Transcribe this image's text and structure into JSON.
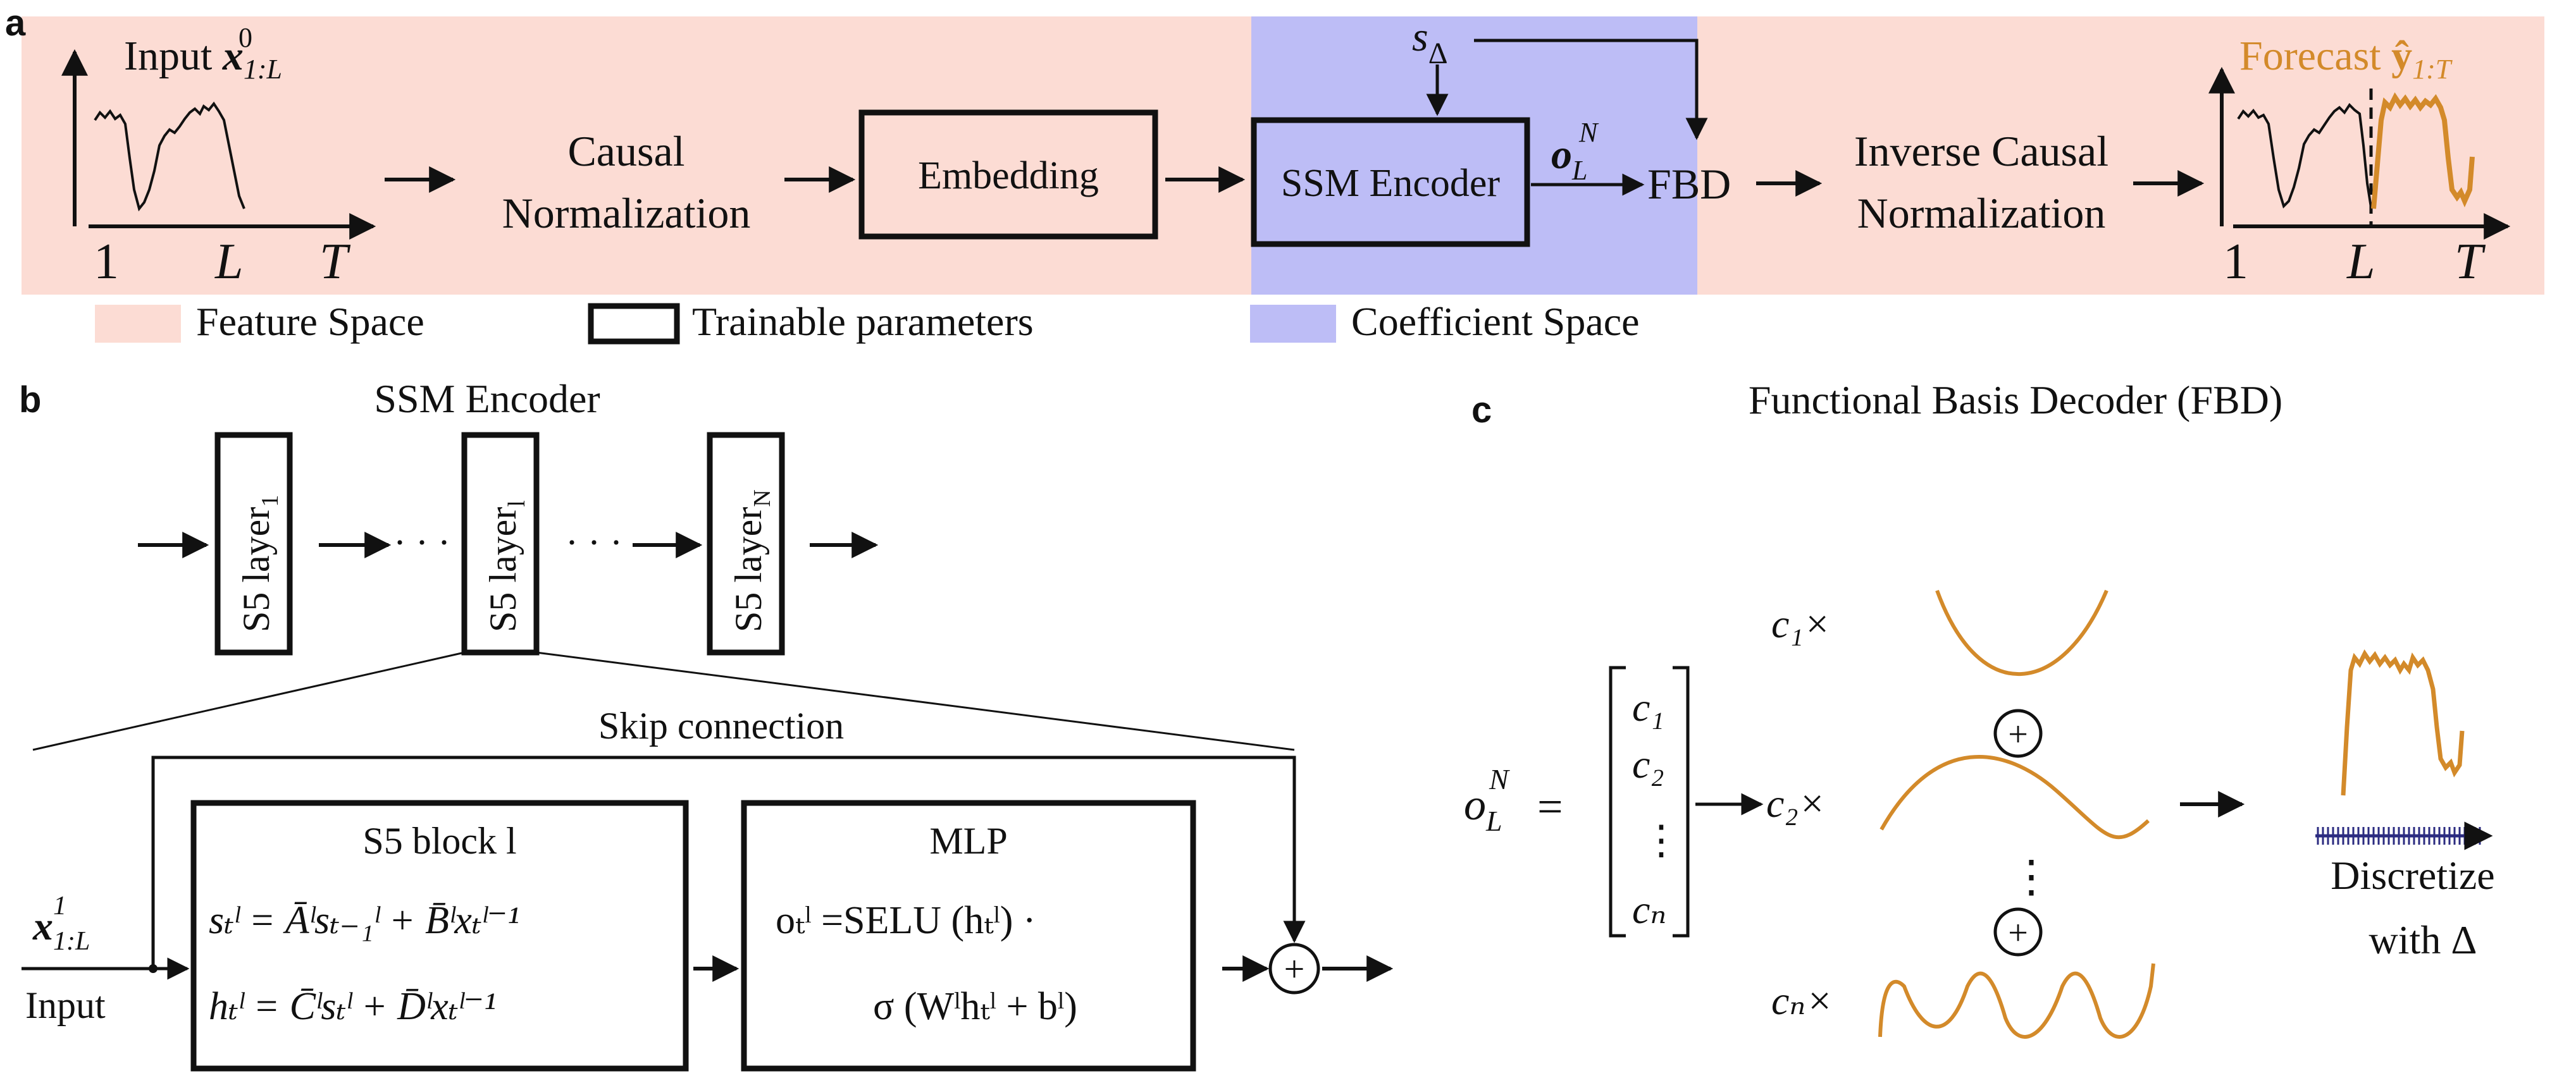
{
  "colors": {
    "feature_space": "#fcdcd4",
    "coefficient_space": "#bdbdf6",
    "forecast": "#d38a2a",
    "basis": "#d38a2a",
    "ink": "#111111"
  },
  "panel_a": {
    "letter": "a",
    "input_label": "Input",
    "input_math": "x",
    "input_sub": "1:L",
    "input_sup": "0",
    "axis_ticks": [
      "1",
      "L",
      "T"
    ],
    "causal_norm": [
      "Causal",
      "Normalization"
    ],
    "embedding": "Embedding",
    "ssm_encoder": "SSM Encoder",
    "o_symbol": "o",
    "o_sub": "L",
    "o_sup": "N",
    "s_delta_symbol": "s",
    "s_delta_sub": "Δ",
    "fbd": "FBD",
    "inverse_norm": [
      "Inverse Causal",
      "Normalization"
    ],
    "forecast_label": "Forecast",
    "forecast_math": "ŷ",
    "forecast_sub": "1:T",
    "legend": {
      "feature_space": "Feature Space",
      "trainable": "Trainable parameters",
      "coefficient_space": "Coefficient Space"
    }
  },
  "panel_b": {
    "letter": "b",
    "title": "SSM Encoder",
    "layers": [
      {
        "text": "S5 layer",
        "sub": "1"
      },
      {
        "text": "S5 layer",
        "sub": "l"
      },
      {
        "text": "S5 layer",
        "sub": "N"
      }
    ],
    "dots": "· · ·",
    "skip": "Skip connection",
    "input_math": "x",
    "input_sub": "1:L",
    "input_sup": "1",
    "input_label": "Input",
    "s5_block_title": "S5 block l",
    "eq1": "sₜˡ = Āˡsₜ₋₁ˡ + B̄ˡxₜˡ⁻¹",
    "eq2": "hₜˡ = C̄ˡsₜˡ + D̄ˡxₜˡ⁻¹",
    "mlp_title": "MLP",
    "eq3": "oₜˡ =SELU (hₜˡ) ·",
    "eq4": "σ (Wˡhₜˡ + bˡ)",
    "plus": "+"
  },
  "panel_c": {
    "letter": "c",
    "title": "Functional Basis Decoder (FBD)",
    "o_symbol": "o",
    "o_sub": "L",
    "o_sup": "N",
    "equals": "=",
    "vector": [
      "c₁",
      "c₂",
      "⋮",
      "cₙ"
    ],
    "coef_labels": [
      "c₁×",
      "c₂×",
      "cₙ×"
    ],
    "plus": "+",
    "vdots": "⋮",
    "discretize": [
      "Discretize",
      "with Δ"
    ]
  }
}
